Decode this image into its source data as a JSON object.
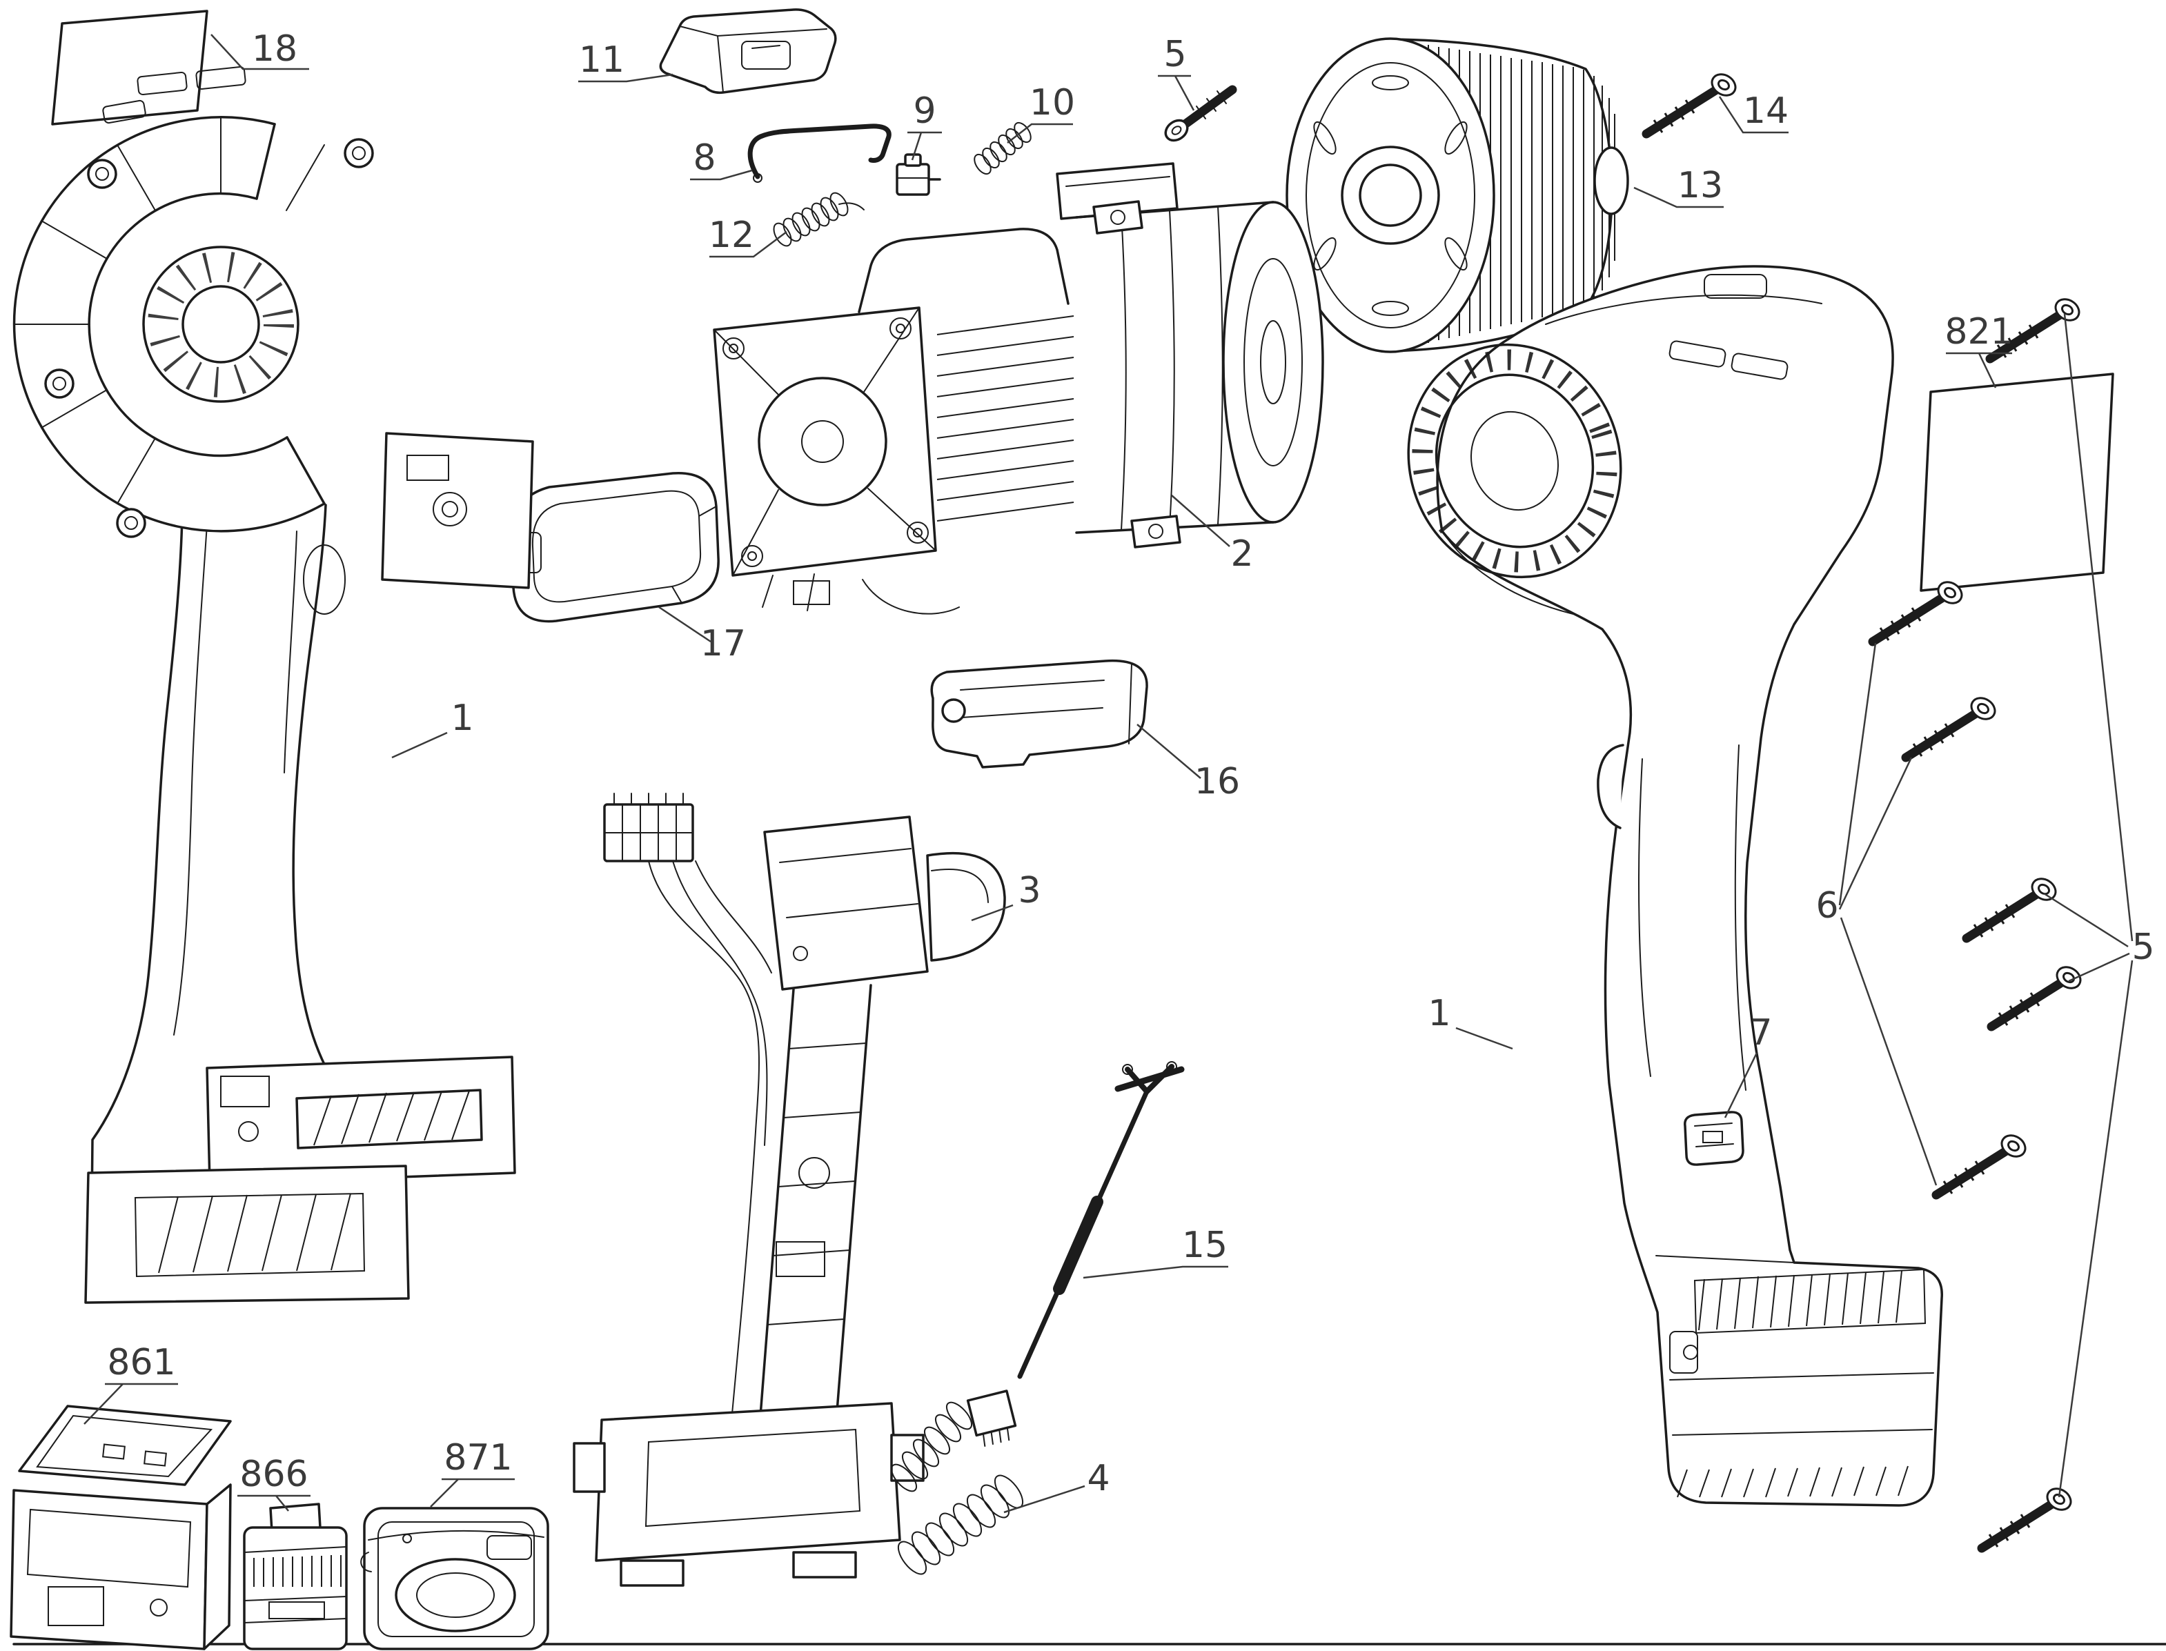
{
  "page": {
    "background_color": "#ffffff",
    "line_color": "#1c1c1c",
    "label_color": "#3a3a3a"
  },
  "diagram": {
    "type": "exploded-parts-diagram",
    "callouts": [
      {
        "label": "18"
      },
      {
        "label": "11"
      },
      {
        "label": "8"
      },
      {
        "label": "9"
      },
      {
        "label": "10"
      },
      {
        "label": "5"
      },
      {
        "label": "12"
      },
      {
        "label": "14"
      },
      {
        "label": "13"
      },
      {
        "label": "2"
      },
      {
        "label": "17"
      },
      {
        "label": "1"
      },
      {
        "label": "16"
      },
      {
        "label": "3"
      },
      {
        "label": "821"
      },
      {
        "label": "6"
      },
      {
        "label": "5"
      },
      {
        "label": "1"
      },
      {
        "label": "7"
      },
      {
        "label": "15"
      },
      {
        "label": "861"
      },
      {
        "label": "866"
      },
      {
        "label": "871"
      },
      {
        "label": "4"
      }
    ]
  }
}
